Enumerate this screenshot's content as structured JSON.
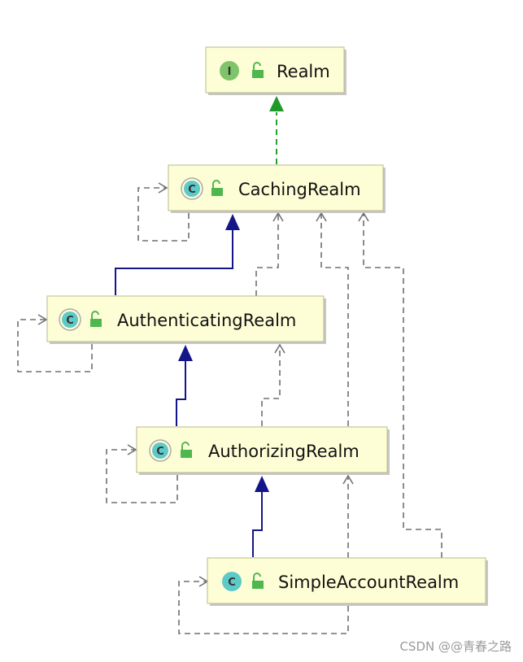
{
  "nodes": [
    {
      "id": "realm",
      "label": "Realm",
      "kind": "interface",
      "icon_letter": "I"
    },
    {
      "id": "caching",
      "label": "CachingRealm",
      "kind": "abstract-class",
      "icon_letter": "C"
    },
    {
      "id": "authenticating",
      "label": "AuthenticatingRealm",
      "kind": "abstract-class",
      "icon_letter": "C"
    },
    {
      "id": "authorizing",
      "label": "AuthorizingRealm",
      "kind": "abstract-class",
      "icon_letter": "C"
    },
    {
      "id": "simple",
      "label": "SimpleAccountRealm",
      "kind": "class",
      "icon_letter": "C"
    }
  ],
  "edges": [
    {
      "from": "caching",
      "to": "realm",
      "type": "implements"
    },
    {
      "from": "authenticating",
      "to": "caching",
      "type": "extends"
    },
    {
      "from": "authorizing",
      "to": "authenticating",
      "type": "extends"
    },
    {
      "from": "simple",
      "to": "authorizing",
      "type": "extends"
    },
    {
      "from": "caching",
      "to": "caching",
      "type": "dependency"
    },
    {
      "from": "authenticating",
      "to": "authenticating",
      "type": "dependency"
    },
    {
      "from": "authorizing",
      "to": "authorizing",
      "type": "dependency"
    },
    {
      "from": "simple",
      "to": "simple",
      "type": "dependency"
    },
    {
      "from": "authenticating",
      "to": "caching",
      "type": "dependency"
    },
    {
      "from": "authorizing",
      "to": "caching",
      "type": "dependency"
    },
    {
      "from": "simple",
      "to": "caching",
      "type": "dependency"
    },
    {
      "from": "authorizing",
      "to": "authenticating",
      "type": "dependency"
    },
    {
      "from": "simple",
      "to": "authorizing",
      "type": "dependency"
    }
  ],
  "icons": {
    "interface": "interface-icon",
    "abstract_class": "abstract-class-icon",
    "class": "class-icon",
    "visibility": "unlocked-padlock-icon"
  },
  "colors": {
    "node_fill": "#fefed6",
    "interface_icon": "#7fc46a",
    "class_icon": "#5ec9c9",
    "padlock": "#4eb84e",
    "extends": "#15158a",
    "implements": "#23a02e",
    "dependency": "#707070"
  },
  "watermark": "CSDN @@青春之路"
}
